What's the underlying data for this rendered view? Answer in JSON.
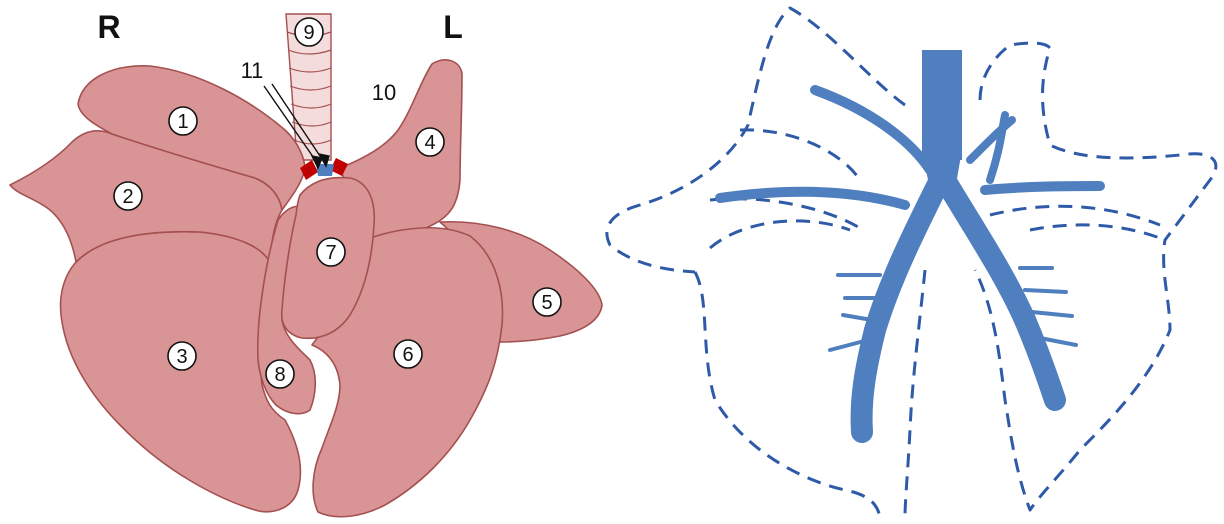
{
  "left_diagram": {
    "side_labels": {
      "right": "R",
      "left": "L"
    },
    "lobe_numbers": [
      "1",
      "2",
      "3",
      "4",
      "5",
      "6",
      "7",
      "8",
      "9"
    ],
    "label_10": "10",
    "label_11": "11",
    "colors": {
      "lobe_fill": "#d99595",
      "lobe_outline": "#a55050",
      "marker_red": "#c00000",
      "marker_blue": "#4f7fbe"
    }
  },
  "right_diagram": {
    "colors": {
      "vessel": "#4f7fbe",
      "outline": "#2e5aa8"
    }
  }
}
